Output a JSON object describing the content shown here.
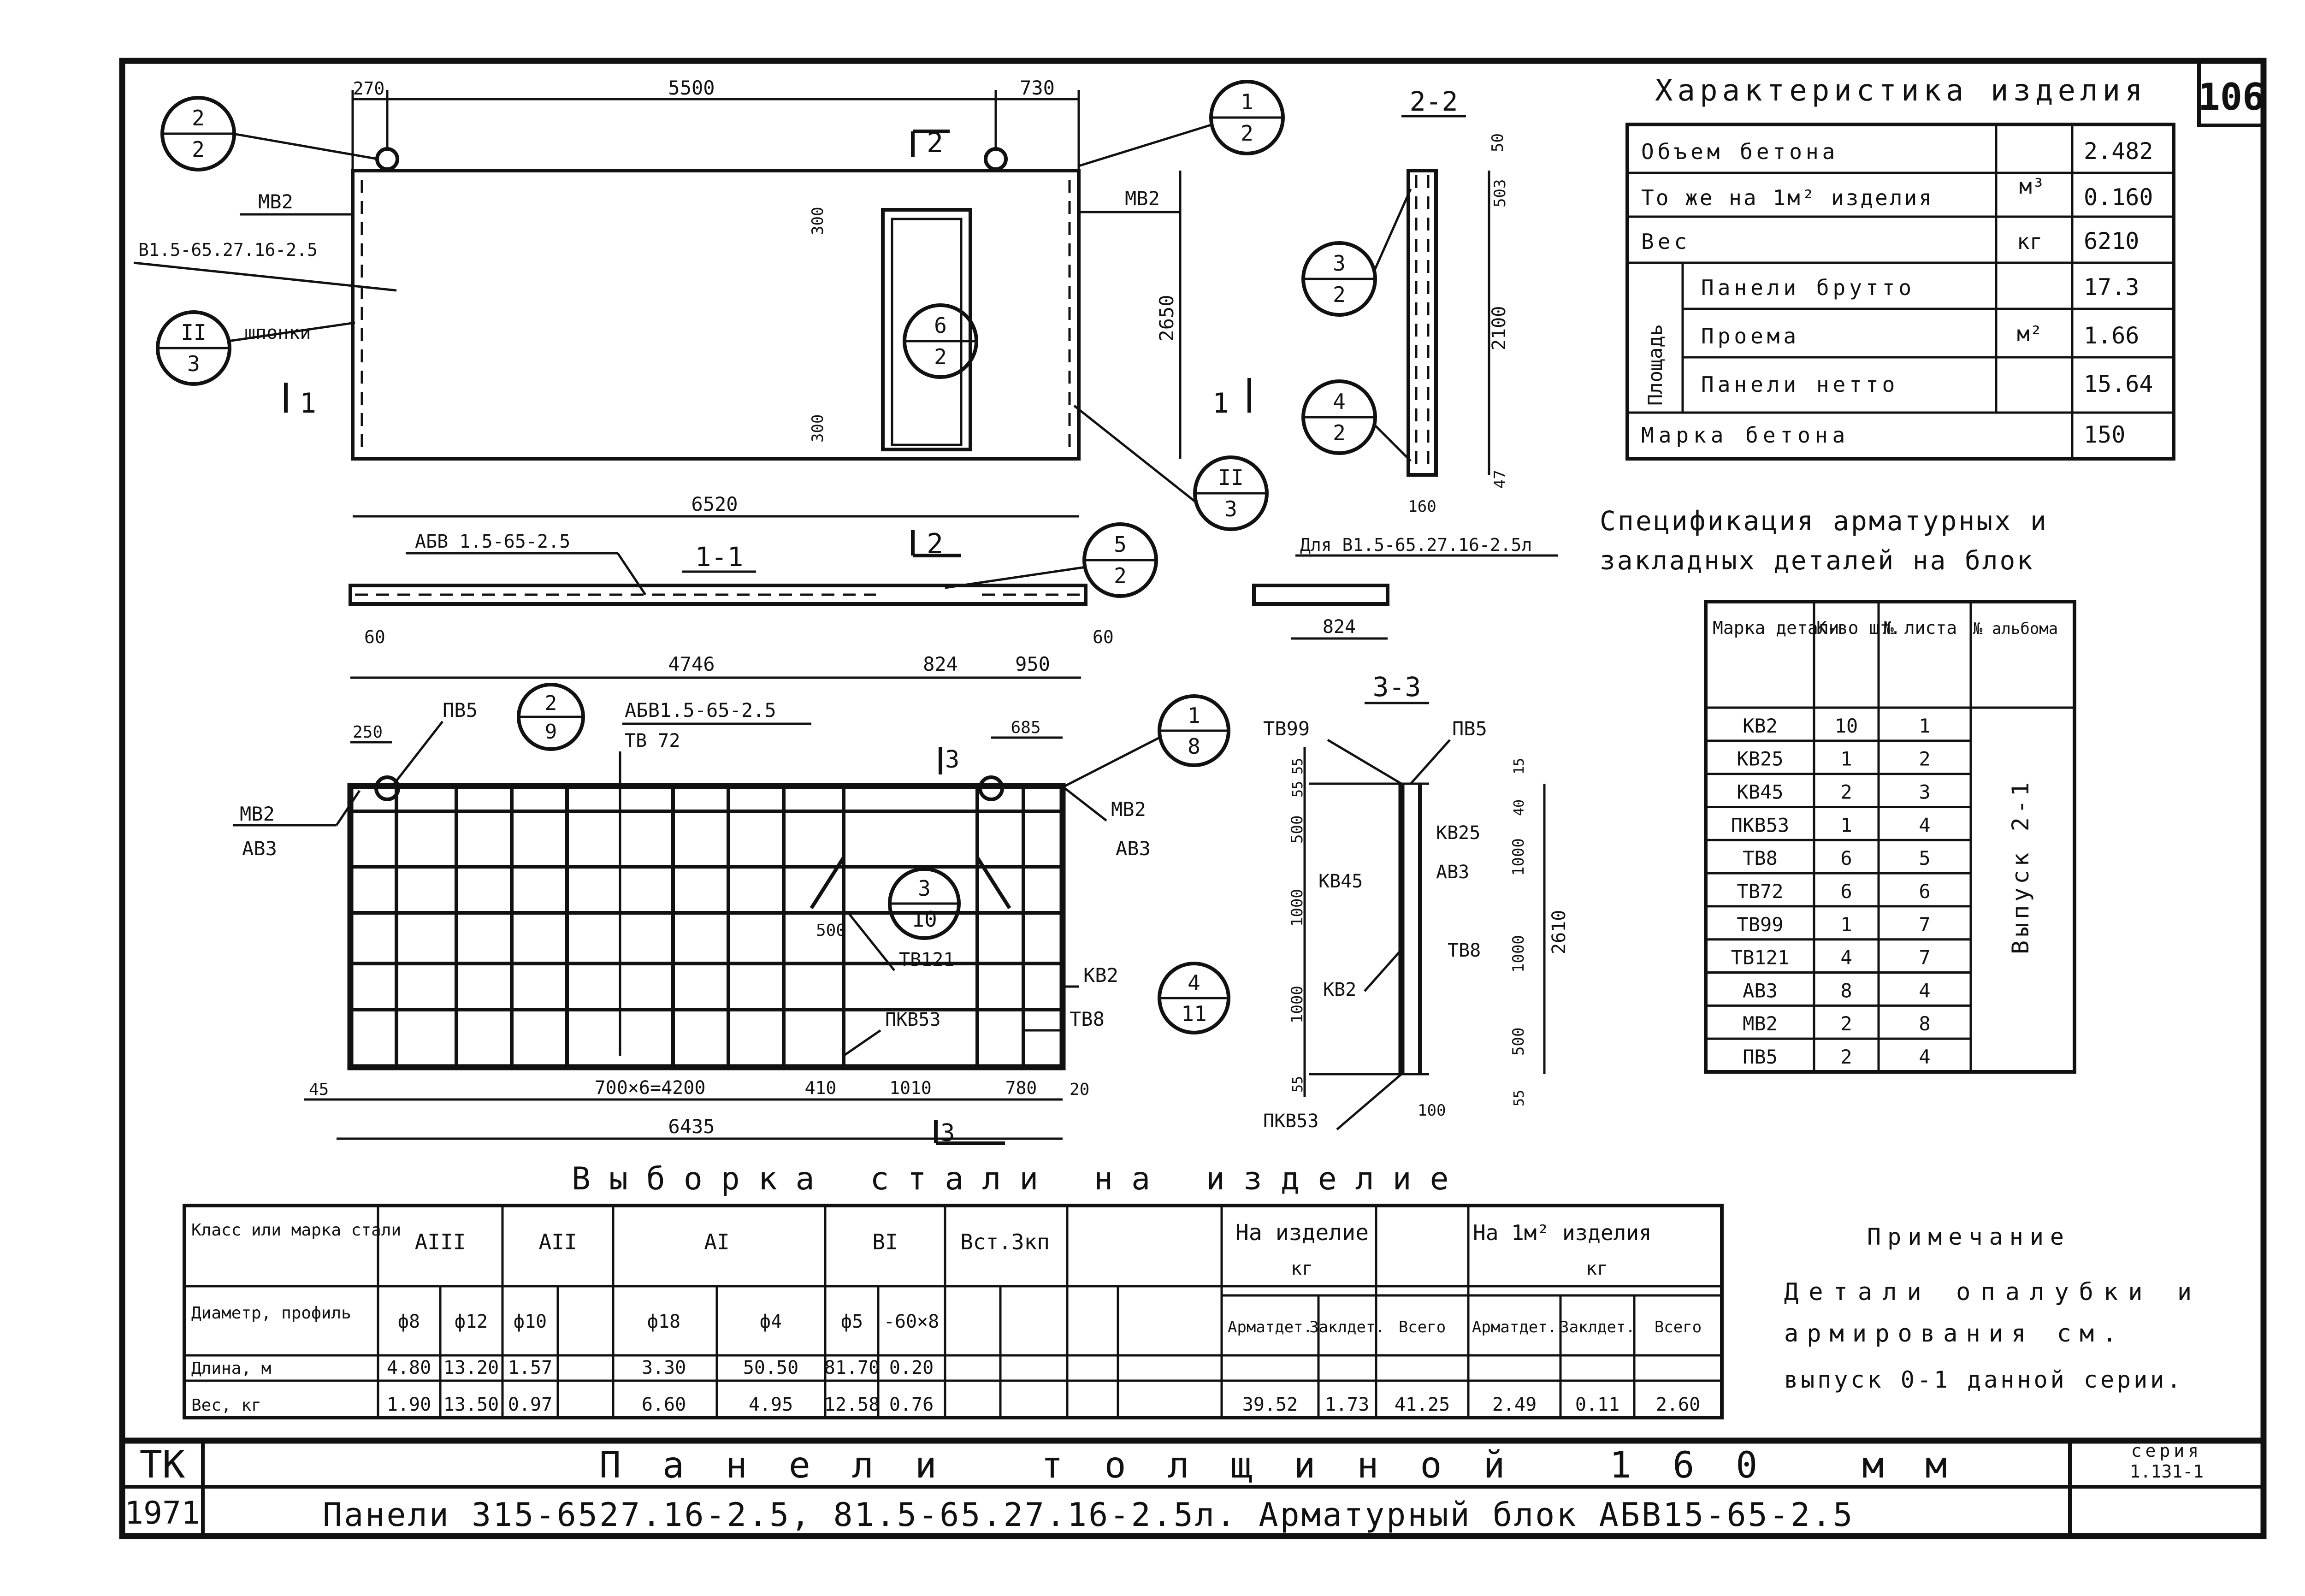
{
  "sheet": {
    "number": "106",
    "org": "ТК",
    "year": "1971",
    "title": "Панели толщиной 160 мм",
    "subtitle": "Панели 315-6527.16-2.5, 81.5-65.27.16-2.5л. Арматурный блок АБВ15-65-2.5",
    "series_label": "серия",
    "series_value": "1.131-1"
  },
  "panel_view": {
    "dims": {
      "d270": "270",
      "d5500": "5500",
      "d730": "730",
      "d2650": "2650",
      "d300a": "300",
      "d300b": "300",
      "d6520": "6520"
    },
    "labels": {
      "mb2_left": "МВ2",
      "mb2_right": "МВ2",
      "panel_mark": "В1.5-65.27.16-2.5",
      "shponki": "шпонки",
      "cut1_left": "1",
      "cut1_right": "1",
      "cut2_top": "2"
    },
    "callouts": [
      {
        "top": "2",
        "bottom": "2"
      },
      {
        "top": "1",
        "bottom": "2"
      },
      {
        "top": "II",
        "bottom": "3"
      },
      {
        "top": "6",
        "bottom": "2"
      },
      {
        "top": "II",
        "bottom": "3"
      }
    ]
  },
  "section_1_1": {
    "title": "1-1",
    "label": "АБВ 1.5-65-2.5",
    "cut2": "2",
    "callout": {
      "top": "5",
      "bottom": "2"
    },
    "dims": {
      "d60a": "60",
      "d4746": "4746",
      "d824": "824",
      "d950": "950",
      "d60b": "60"
    }
  },
  "detail_l": {
    "label": "Для В1.5-65.27.16-2.5л",
    "dim": "824"
  },
  "section_2_2": {
    "title": "2-2",
    "dims": {
      "d50": "50",
      "d503": "503",
      "d2100": "2100",
      "d47": "47",
      "d160": "160"
    },
    "callouts": [
      {
        "top": "3",
        "bottom": "2"
      },
      {
        "top": "4",
        "bottom": "2"
      }
    ]
  },
  "section_3_3": {
    "title": "3-3",
    "labels": {
      "tv99": "ТВ99",
      "pv5": "ПВ5",
      "kv25": "КВ25",
      "kv45": "КВ45",
      "av3": "АВ3",
      "kv2": "КВ2",
      "tv8": "ТВ8",
      "pkv53": "ПКВ53"
    },
    "dims": {
      "d55top": "55",
      "d55": "55",
      "d500a": "500",
      "d1000a": "1000",
      "d1000b": "1000",
      "d55b": "55",
      "d15": "15",
      "d40": "40",
      "d1000c": "1000",
      "d1000d": "1000",
      "d500b": "500",
      "d55c": "55",
      "d100": "100",
      "d2610": "2610"
    }
  },
  "reinf_view": {
    "labels": {
      "pv5": "ПВ5",
      "abv": "АБВ1.5-65-2.5",
      "tv72": "ТВ 72",
      "mb2l": "МВ2",
      "av3l": "АВ3",
      "mb2r": "МВ2",
      "av3r": "АВ3",
      "tv121": "ТВ121",
      "kv2": "КВ2",
      "pkv53": "ПКВ53",
      "tv8": "ТВ8",
      "cut3a": "3",
      "cut3b": "3"
    },
    "dims": {
      "d250": "250",
      "d685": "685",
      "d500": "500",
      "d45": "45",
      "d4200": "700×6=4200",
      "d410": "410",
      "d1010": "1010",
      "d780": "780",
      "d20": "20",
      "d6435": "6435"
    },
    "callouts": [
      {
        "top": "2",
        "bottom": "9"
      },
      {
        "top": "1",
        "bottom": "8"
      },
      {
        "top": "3",
        "bottom": "10"
      },
      {
        "top": "4",
        "bottom": "11"
      }
    ]
  },
  "characteristics": {
    "title": "Характеристика изделия",
    "rows": [
      {
        "name": "Объем бетона",
        "unit": "м³",
        "value": "2.482"
      },
      {
        "name": "То же на 1м² изделия",
        "unit": "",
        "value": "0.160"
      },
      {
        "name": "Вес",
        "unit": "кг",
        "value": "6210"
      },
      {
        "name": "Панели брутто",
        "unit": "м²",
        "value": "17.3"
      },
      {
        "name": "Проема",
        "unit": "",
        "value": "1.66"
      },
      {
        "name": "Панели нетто",
        "unit": "",
        "value": "15.64"
      },
      {
        "name": "Марка бетона",
        "unit": "",
        "value": "150"
      }
    ],
    "area_label": "Площадь"
  },
  "specification": {
    "title_line1": "Спецификация арматурных и",
    "title_line2": "закладных деталей на блок",
    "headers": [
      "Марка детали",
      "К-во шт.",
      "№ листа",
      "№ альбома"
    ],
    "rows": [
      [
        "КВ2",
        "10",
        "1"
      ],
      [
        "КВ25",
        "1",
        "2"
      ],
      [
        "КВ45",
        "2",
        "3"
      ],
      [
        "ПКВ53",
        "1",
        "4"
      ],
      [
        "ТВ8",
        "6",
        "5"
      ],
      [
        "ТВ72",
        "6",
        "6"
      ],
      [
        "ТВ99",
        "1",
        "7"
      ],
      [
        "ТВ121",
        "4",
        "7"
      ],
      [
        "АВ3",
        "8",
        "4"
      ],
      [
        "МВ2",
        "2",
        "8"
      ],
      [
        "ПВ5",
        "2",
        "4"
      ]
    ],
    "album": "Выпуск 2-1"
  },
  "steel": {
    "title": "Выборка стали на изделие",
    "h_class": "Класс или марка стали",
    "h_diam": "Диаметр, профиль",
    "h_len": "Длина, м",
    "h_wt": "Вес, кг",
    "classes": [
      "АIII",
      "АII",
      "АI",
      "ВI",
      "Вст.3кп"
    ],
    "diams": [
      "ф8",
      "ф12",
      "ф10",
      "",
      "ф18",
      "ф4",
      "ф5",
      "-60×8",
      ""
    ],
    "lengths": [
      "4.80",
      "13.20",
      "1.57",
      "",
      "3.30",
      "50.50",
      "81.70",
      "0.20",
      ""
    ],
    "weights": [
      "1.90",
      "13.50",
      "0.97",
      "",
      "6.60",
      "4.95",
      "12.58",
      "0.76",
      ""
    ],
    "h_item": "На изделие",
    "h_m2": "На 1м² изделия",
    "kg": "кг",
    "sub": [
      "Арматдет.",
      "Заклдет.",
      "Всего",
      "Арматдет.",
      "Заклдет.",
      "Всего"
    ],
    "totals": [
      "39.52",
      "1.73",
      "41.25",
      "2.49",
      "0.11",
      "2.60"
    ]
  },
  "note": {
    "title": "Примечание",
    "line1": "Детали опалубки и",
    "line2": "армирования см.",
    "line3": "выпуск 0-1 данной серии."
  }
}
